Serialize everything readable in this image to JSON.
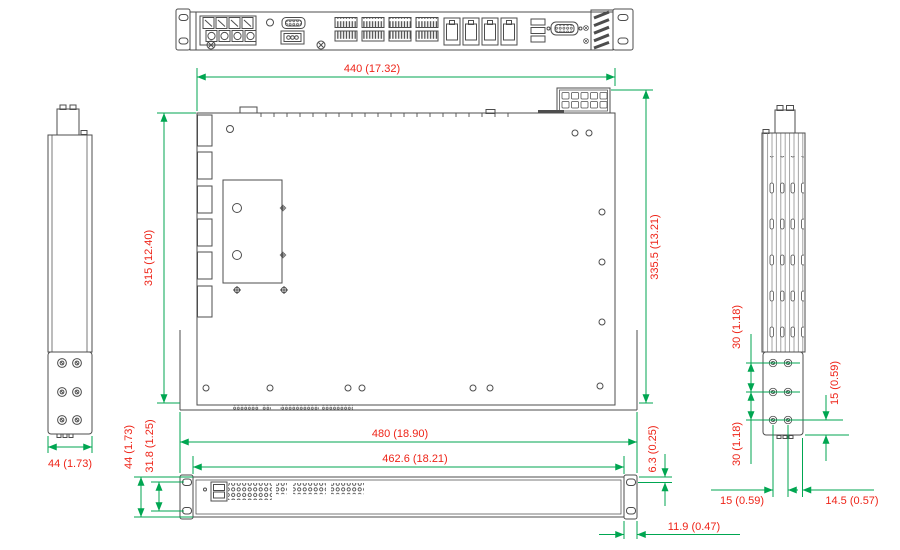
{
  "drawing_type": "mechanical-dimension-drawing",
  "unit_format": "mm (inch)",
  "colors": {
    "drawing": "#4d4d4d",
    "dimension": "#00a651",
    "label": "#ee2418",
    "background": "#ffffff"
  },
  "views": {
    "front": "front-panel-view",
    "left_side": "left-side-view",
    "top": "top-plan-view",
    "right_side": "right-side-view",
    "rear": "rear-panel-view"
  },
  "labels": {
    "front_width": "440 (17.32)",
    "body_depth": "315 (12.40)",
    "total_depth": "335.5 (13.21)",
    "rack_width": "480 (18.90)",
    "chassis_width": "462.6 (18.21)",
    "panel_height": "44 (1.73)",
    "ear_hole_pitch": "31.8 (1.25)",
    "hole_top_offset": "6.3 (0.25)",
    "ear_depth": "11.9 (0.47)",
    "side_width": "44 (1.73)",
    "side_hole_pitch_upper": "30 (1.18)",
    "side_hole_pitch_lower": "30 (1.18)",
    "side_hole_bottom": "15 (0.59)",
    "side_hole_span": "15 (0.59)",
    "side_edge_offset": "14.5 (0.57)"
  }
}
